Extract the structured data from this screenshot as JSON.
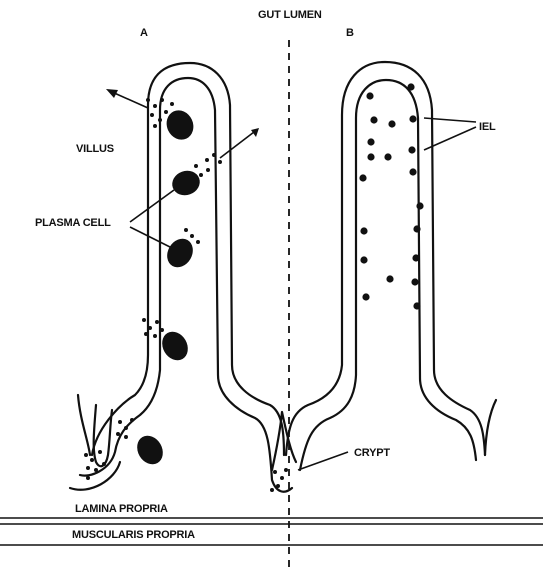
{
  "labels": {
    "gut_lumen": "GUT LUMEN",
    "panel_a": "A",
    "panel_b": "B",
    "villus": "VILLUS",
    "plasma_cell": "PLASMA CELL",
    "iel": "IEL",
    "crypt": "CRYPT",
    "lamina_propria": "LAMINA PROPRIA",
    "muscularis_propria": "MUSCULARIS PROPRIA"
  }
}
